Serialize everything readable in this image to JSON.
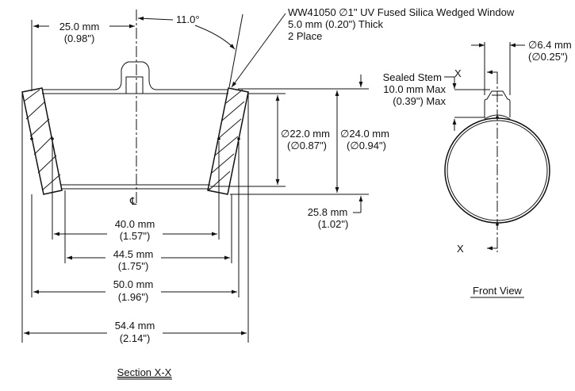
{
  "section_view": {
    "title": "Section X-X",
    "half_width": {
      "mm": "25.0 mm",
      "in": "(0.98\")"
    },
    "angle": "11.0°",
    "centerline_symbol": "℄",
    "window_callout": [
      "WW41050 ∅1\" UV Fused Silica Wedged Window",
      "5.0 mm (0.20\") Thick",
      "2 Place"
    ],
    "dia_inner": {
      "mm": "∅22.0 mm",
      "in": "(∅0.87\")"
    },
    "dia_outer": {
      "mm": "∅24.0 mm",
      "in": "(∅0.94\")"
    },
    "height": {
      "mm": "25.8 mm",
      "in": "(1.02\")"
    },
    "widths": [
      {
        "mm": "40.0 mm",
        "in": "(1.57\")"
      },
      {
        "mm": "44.5 mm",
        "in": "(1.75\")"
      },
      {
        "mm": "50.0 mm",
        "in": "(1.96\")"
      },
      {
        "mm": "54.4 mm",
        "in": "(2.14\")"
      }
    ]
  },
  "front_view": {
    "title": "Front View",
    "stem_dia": {
      "mm": "∅6.4 mm",
      "in": "(∅0.25\")"
    },
    "stem_note": [
      "Sealed Stem",
      "10.0 mm Max",
      "(0.39\") Max"
    ],
    "section_mark_top": "X",
    "section_mark_bottom": "X"
  }
}
